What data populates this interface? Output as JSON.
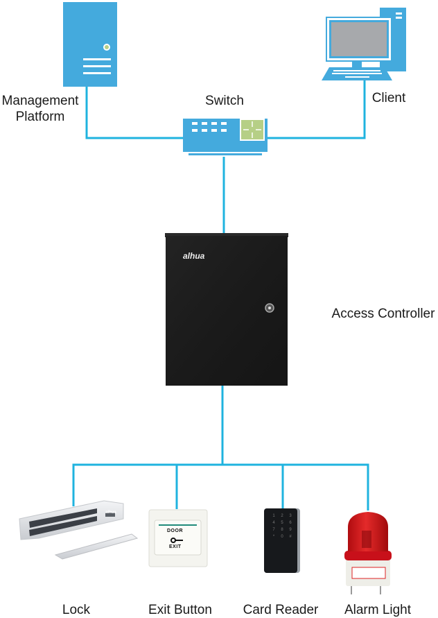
{
  "diagram": {
    "title": "",
    "colors": {
      "line": "#1fb3df",
      "device_blue": "#44aadd",
      "accent_green": "#b6cf86",
      "screen_gray": "#a7a9ac",
      "controller_black": "#1b1b1b",
      "alarm_red": "#d3141a"
    },
    "nodes": {
      "management_platform": {
        "label_line1": "Management",
        "label_line2": "Platform",
        "icon": "server-icon"
      },
      "switch": {
        "label": "Switch",
        "icon": "network-switch-icon"
      },
      "client": {
        "label": "Client",
        "icon": "desktop-computer-icon"
      },
      "access_controller": {
        "label": "Access Controller",
        "icon": "access-controller-box",
        "brand": "alhua"
      },
      "lock": {
        "label": "Lock",
        "icon": "magnetic-lock",
        "brand": "alhua"
      },
      "exit_button": {
        "label": "Exit Button",
        "icon": "exit-button",
        "text_top": "DOOR",
        "text_bottom": "EXIT"
      },
      "card_reader": {
        "label": "Card Reader",
        "icon": "card-reader-keypad",
        "keys": [
          "1",
          "2",
          "3",
          "4",
          "5",
          "6",
          "7",
          "8",
          "9",
          "*",
          "0",
          "#"
        ]
      },
      "alarm_light": {
        "label": "Alarm Light",
        "icon": "alarm-light"
      }
    },
    "edges": [
      {
        "from": "management_platform",
        "to": "switch"
      },
      {
        "from": "client",
        "to": "switch"
      },
      {
        "from": "switch",
        "to": "access_controller"
      },
      {
        "from": "access_controller",
        "to": "lock"
      },
      {
        "from": "access_controller",
        "to": "exit_button"
      },
      {
        "from": "access_controller",
        "to": "card_reader"
      },
      {
        "from": "access_controller",
        "to": "alarm_light"
      }
    ]
  }
}
